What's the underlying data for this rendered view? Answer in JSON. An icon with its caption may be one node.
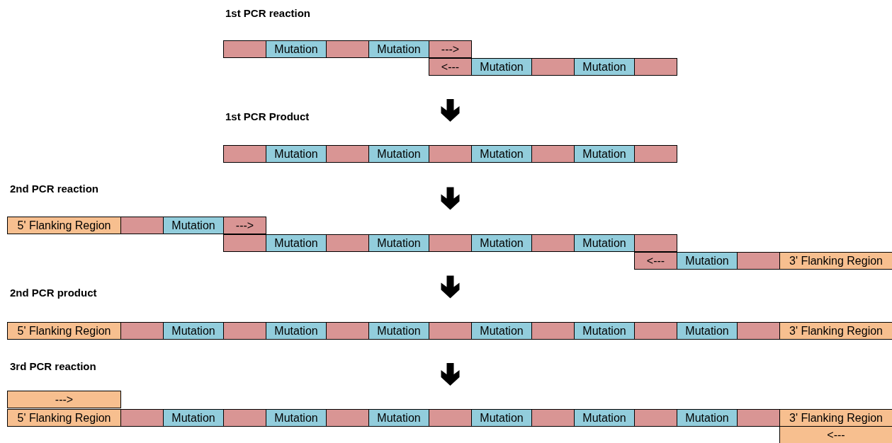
{
  "diagram": {
    "nodes": [
      {
        "text": [],
        "shape": "bar"
      },
      {
        "text": [
          "Mutation"
        ]
      },
      {
        "text": [],
        "shape": "bar"
      },
      {
        "text": [
          "Mutation"
        ]
      },
      {
        "text": [
          "--->"
        ]
      },
      {
        "text": [
          "<---"
        ]
      },
      {
        "text": [
          "Mutation"
        ]
      },
      {
        "text": [],
        "shape": "bar"
      },
      {
        "text": [
          "Mutation"
        ]
      },
      {
        "text": [],
        "shape": "bar"
      },
      {
        "text": [],
        "shape": "bar"
      },
      {
        "text": [
          "Mutation"
        ]
      },
      {
        "text": [],
        "shape": "bar"
      },
      {
        "text": [
          "Mutation"
        ]
      },
      {
        "text": [],
        "shape": "bar"
      },
      {
        "text": [
          "Mutation"
        ]
      },
      {
        "text": [],
        "shape": "bar"
      },
      {
        "text": [
          "Mutation"
        ]
      },
      {
        "text": [],
        "shape": "bar"
      },
      {
        "text": [
          "5' Flanking Region"
        ]
      },
      {
        "text": [],
        "shape": "bar"
      },
      {
        "text": [
          "Mutation"
        ]
      },
      {
        "text": [
          "--->"
        ]
      },
      {
        "text": [],
        "shape": "bar"
      },
      {
        "text": [
          "Mutation"
        ]
      },
      {
        "text": [],
        "shape": "bar"
      },
      {
        "text": [
          "Mutation"
        ]
      },
      {
        "text": [],
        "shape": "bar"
      },
      {
        "text": [
          "Mutation"
        ]
      },
      {
        "text": [],
        "shape": "bar"
      },
      {
        "text": [
          "Mutation"
        ]
      },
      {
        "text": [],
        "shape": "bar"
      },
      {
        "text": [
          "<---"
        ]
      },
      {
        "text": [
          "Mutation"
        ]
      },
      {
        "text": [],
        "shape": "bar"
      },
      {
        "text": [
          "3' Flanking Region"
        ]
      },
      {
        "text": [
          "5' Flanking Region"
        ]
      },
      {
        "text": [],
        "shape": "bar"
      },
      {
        "text": [
          "Mutation"
        ]
      },
      {
        "text": [],
        "shape": "bar"
      },
      {
        "text": [
          "Mutation"
        ]
      },
      {
        "text": [],
        "shape": "bar"
      },
      {
        "text": [
          "Mutation"
        ]
      },
      {
        "text": [],
        "shape": "bar"
      },
      {
        "text": [
          "Mutation"
        ]
      },
      {
        "text": [],
        "shape": "bar"
      },
      {
        "text": [
          "Mutation"
        ]
      },
      {
        "text": [],
        "shape": "bar"
      },
      {
        "text": [
          "Mutation"
        ]
      },
      {
        "text": [],
        "shape": "bar"
      },
      {
        "text": [
          "3' Flanking Region"
        ]
      },
      {
        "text": [
          "--->"
        ]
      },
      {
        "text": [
          "5' Flanking Region"
        ]
      },
      {
        "text": [],
        "shape": "bar"
      },
      {
        "text": [
          "Mutation"
        ]
      },
      {
        "text": [],
        "shape": "bar"
      },
      {
        "text": [
          "Mutation"
        ]
      },
      {
        "text": [],
        "shape": "bar"
      },
      {
        "text": [
          "Mutation"
        ]
      },
      {
        "text": [],
        "shape": "bar"
      },
      {
        "text": [
          "Mutation"
        ]
      },
      {
        "text": [],
        "shape": "bar"
      },
      {
        "text": [
          "Mutation"
        ]
      },
      {
        "text": [],
        "shape": "bar"
      },
      {
        "text": [
          "Mutation"
        ]
      },
      {
        "text": [],
        "shape": "bar"
      },
      {
        "text": [
          "3' Flanking Region"
        ]
      },
      {
        "text": [
          "<---"
        ]
      }
    ],
    "edges": [
      {
        "from": 5,
        "to": 14,
        "arrow": "to"
      },
      {
        "from": 14,
        "to": 27,
        "arrow": "to"
      },
      {
        "from": 27,
        "to": 43,
        "arrow": "to"
      },
      {
        "from": 43,
        "to": 59,
        "arrow": "to"
      }
    ],
    "labels": [
      "1st PCR reaction",
      "1st PCR Product",
      "2nd PCR reaction",
      "2nd PCR product",
      "3rd PCR reaction"
    ]
  }
}
